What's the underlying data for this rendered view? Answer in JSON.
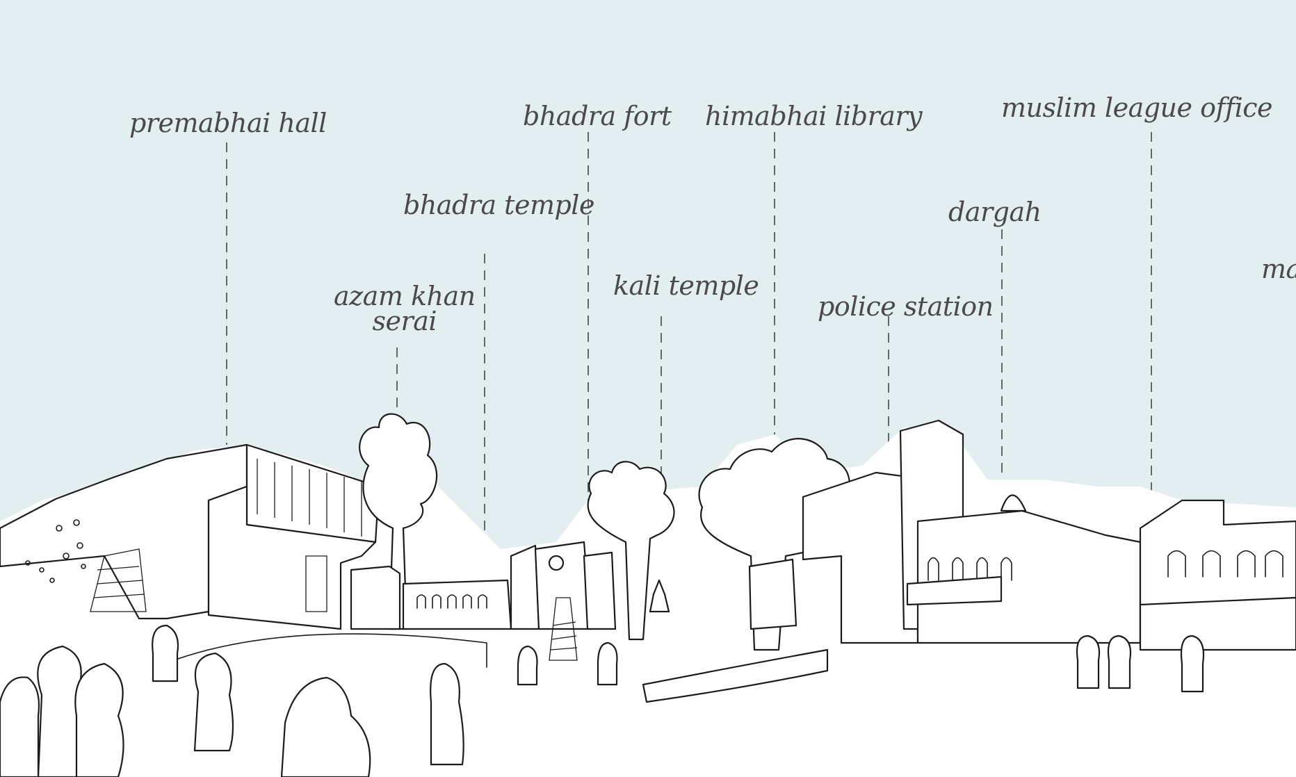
{
  "labels": {
    "premabhai_hall": "premabhai hall",
    "bhadra_fort": "bhadra fort",
    "himabhai_library": "himabhai library",
    "muslim_league_office": "muslim league office",
    "bhadra_temple": "bhadra temple",
    "dargah": "dargah",
    "azam_khan_serai": "azam khan\nserai",
    "kali_temple": "kali temple",
    "police_station": "police station",
    "mas": "mas"
  },
  "colors": {
    "sky": "#e2eef0",
    "ink": "#1b1b1b",
    "label_text": "#4a4a4a",
    "ground": "#ffffff"
  }
}
